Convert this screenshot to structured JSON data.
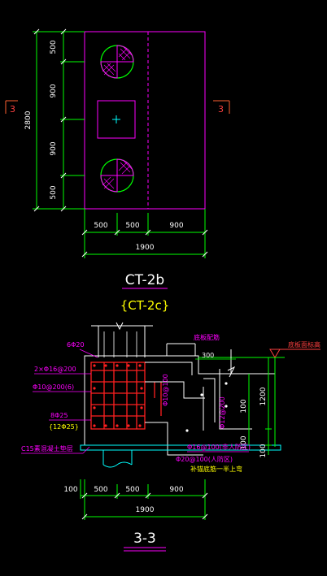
{
  "plan": {
    "section_left": "3",
    "section_right": "3",
    "dims_left": [
      "500",
      "900",
      "900",
      "500"
    ],
    "dim_total_left": "2800",
    "dims_bottom": [
      "500",
      "500",
      "900"
    ],
    "dim_total_bottom": "1900"
  },
  "titles": {
    "main": "CT-2b",
    "alt": "{CT-2c}",
    "section": "3-3"
  },
  "section": {
    "top_bar": "6Φ20",
    "side_bar": "2×Φ16@200",
    "stirrup": "Φ10@200(6)",
    "bottom_bar": "8Φ25",
    "bottom_bar_alt": "{12Φ25}",
    "bedding": "C15素混凝土垫层",
    "vert_bar_1": "Φ10@100",
    "vert_bar_2": "Φ12@200",
    "beam_label": "底板配筋",
    "beam_width": "300",
    "floor_elev": "底板面标高",
    "dim_1200": "1200",
    "dim_100a": "100",
    "dim_100b": "100",
    "dim_100c": "100",
    "rebar_a": "Φ16@100(非人防区)",
    "rebar_b": "Φ20@100(人防区)",
    "rebar_note": "补锚底筋一半上弯",
    "dims_bottom": [
      "100",
      "500",
      "500",
      "900"
    ],
    "dim_total_bottom": "1900"
  }
}
